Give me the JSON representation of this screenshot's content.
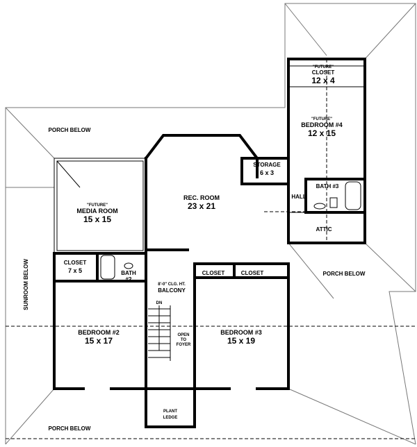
{
  "labels": {
    "porch_below_top": "PORCH BELOW",
    "porch_below_right": "PORCH BELOW",
    "porch_below_bottom": "PORCH BELOW",
    "sunroom_below": "SUNROOM BELOW",
    "media_room": {
      "note": "\"FUTURE\"",
      "name": "MEDIA ROOM",
      "size": "15 x 15"
    },
    "rec_room": {
      "name": "REC. ROOM",
      "size": "23 x 21"
    },
    "storage": {
      "name": "STORAGE",
      "size": "6 x 3"
    },
    "future_closet": {
      "note": "\"FUTURE\"",
      "name": "CLOSET",
      "size": "12 x 4"
    },
    "bedroom4": {
      "note": "\"FUTURE\"",
      "name": "BEDROOM #4",
      "size": "12 x 15"
    },
    "hall": "HALL",
    "bath3": "BATH #3",
    "attic": "ATTIC",
    "closet_left": {
      "name": "CLOSET",
      "size": "7 x 5"
    },
    "bath2": {
      "name": "BATH",
      "num": "#2"
    },
    "balcony": {
      "note": "8'-0\" CLG. HT.",
      "name": "BALCONY"
    },
    "closet_a": "CLOSET",
    "closet_b": "CLOSET",
    "dn": "DN",
    "open_to_foyer": [
      "OPEN",
      "TO",
      "FOYER"
    ],
    "bedroom2": {
      "name": "BEDROOM #2",
      "size": "15 x 17"
    },
    "bedroom3": {
      "name": "BEDROOM #3",
      "size": "15 x 19"
    },
    "plant_ledge": [
      "PLANT",
      "LEDGE"
    ]
  }
}
